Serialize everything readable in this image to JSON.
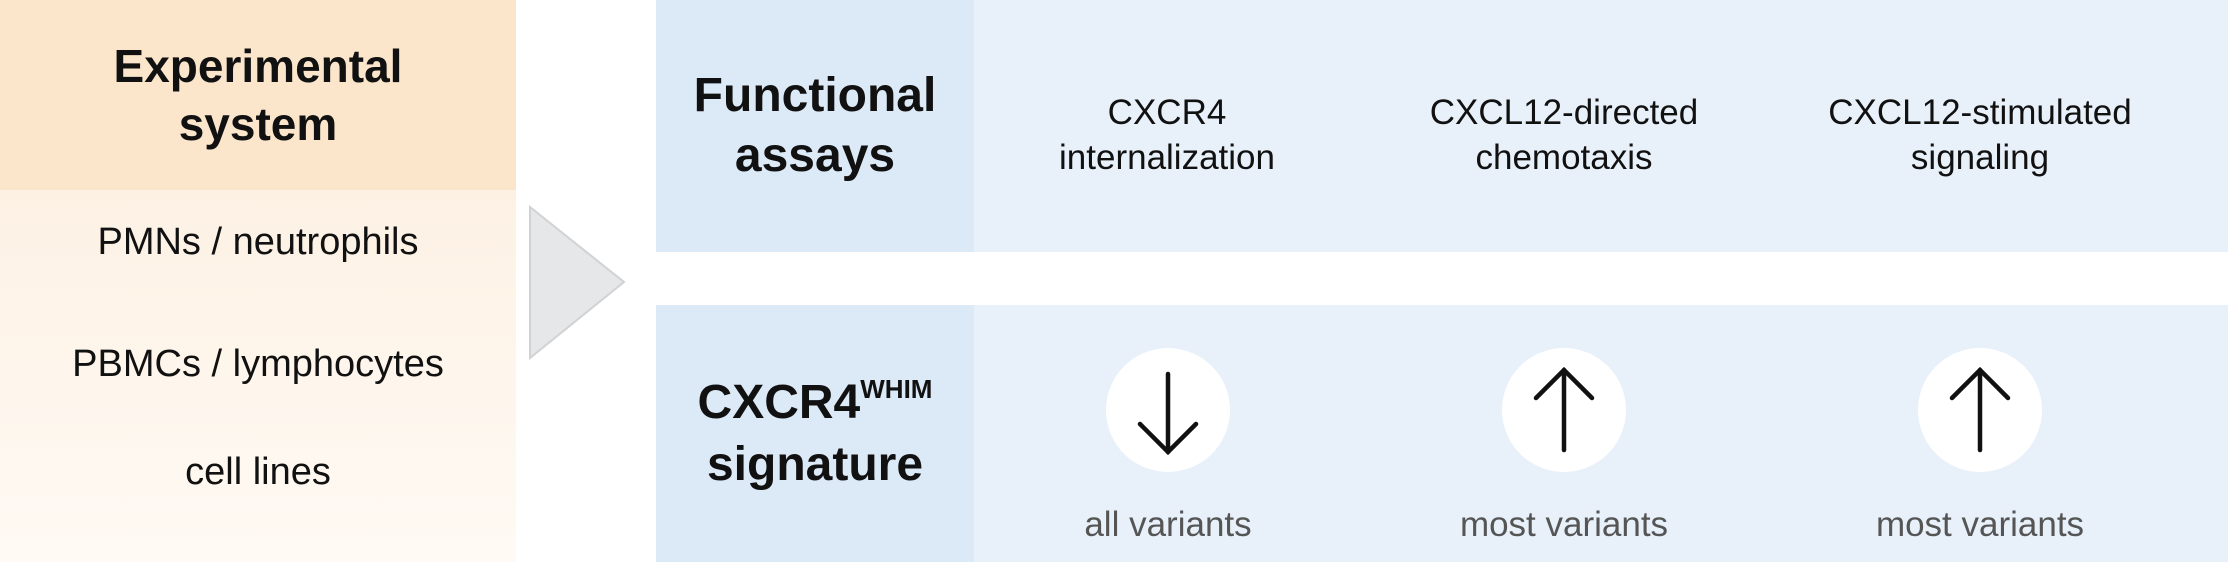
{
  "experimental_system": {
    "title_line1": "Experimental",
    "title_line2": "system",
    "items": [
      "PMNs / neutrophils",
      "PBMCs / lymphocytes",
      "cell lines"
    ],
    "header_color": "#fbe6cc",
    "body_color": "#fdf1e4"
  },
  "functional_assays": {
    "title_line1": "Functional",
    "title_line2": "assays",
    "assays": [
      {
        "line1": "CXCR4",
        "line2": "internalization"
      },
      {
        "line1": "CXCL12-directed",
        "line2": "chemotaxis"
      },
      {
        "line1": "CXCL12-stimulated",
        "line2": "signaling"
      }
    ]
  },
  "signature": {
    "title_main": "CXCR4",
    "title_superscript": "WHIM",
    "title_line2": "signature",
    "results": [
      {
        "arrow": "arrow-down-icon",
        "label": "all variants"
      },
      {
        "arrow": "arrow-up-icon",
        "label": "most variants"
      },
      {
        "arrow": "arrow-up-icon",
        "label": "most variants"
      }
    ]
  },
  "colors": {
    "label_cell": "#dce9f6",
    "content_cell": "#e8f1fa",
    "chevron": "#e6e7e8"
  }
}
